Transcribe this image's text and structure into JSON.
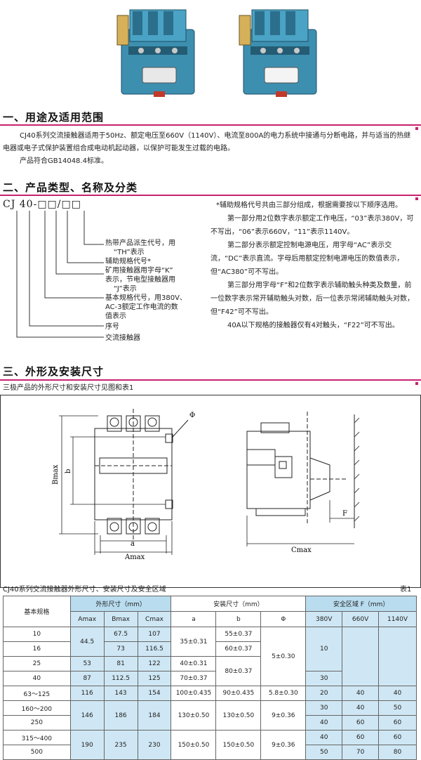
{
  "colors": {
    "accent": "#c8226f",
    "table_blue": "#cfe7f4"
  },
  "s1": {
    "title": "一、用途及适用范围",
    "p1": "CJ40系列交流接触器适用于50Hz、额定电压至660V（1140V）、电流至800A的电力系统中接通与分断电路，并与适当的热继电器或电子式保护装置组合成电动机起动器，以保护可能发生过载的电路。",
    "p2": "产品符合GB14048.4标准。"
  },
  "s2": {
    "title": "二、产品类型、名称及分类",
    "code": "CJ 40-□□/□□",
    "labels": [
      "热带产品派生代号，用",
      "“TH”表示",
      "辅助规格代号*",
      "矿用接触器用字母“K”",
      "表示，节电型接触器用",
      "“J”表示",
      "基本规格代号，用380V、",
      "AC-3额定工作电流的数",
      "值表示",
      "序号",
      "交流接触器"
    ],
    "notes": [
      "*辅助规格代号共由三部分组成，根据需要按以下顺序选用。",
      "第一部分用2位数字表示额定工作电压，“03”表示380V，可不写出，“06”表示660V，“11”表示1140V。",
      "第二部分表示额定控制电源电压，用字母“AC”表示交流，“DC”表示直流。字母后用额定控制电源电压的数值表示，但“AC380”可不写出。",
      "第三部分用字母“F”和2位数字表示辅助触头种类及数量，前一位数字表示常开辅助触头对数，后一位表示常闭辅助触头对数，但“F42”可不写出。",
      "40A以下规格的接触器仅有4对触头，“F22”可不写出。"
    ]
  },
  "s3": {
    "title": "三、外形及安装尺寸",
    "intro": "三极产品的外形尺寸和安装尺寸见图和表1",
    "dims": {
      "phi": "Φ",
      "bmax": "Bmax",
      "b": "b",
      "a": "a",
      "amax": "Amax",
      "cmax": "Cmax",
      "f": "F"
    }
  },
  "table": {
    "caption": "CJ40系列交流接触器外形尺寸、安装尺寸及安全区域",
    "number": "表1",
    "h_spec": "基本规格",
    "h_outline": "外形尺寸（mm）",
    "h_install": "安装尺寸（mm）",
    "h_safety": "安全区域  F（mm）",
    "sub": [
      "Amax",
      "Bmax",
      "Cmax",
      "a",
      "b",
      "Φ",
      "380V",
      "660V",
      "1140V"
    ],
    "rows": [
      [
        "10",
        "44.5",
        "67.5",
        "107",
        "35±0.31",
        "55±0.37",
        "5±0.30",
        "10",
        "",
        ""
      ],
      [
        "16",
        "",
        "73",
        "116.5",
        "",
        "60±0.37",
        "",
        "",
        "",
        ""
      ],
      [
        "25",
        "53",
        "81",
        "122",
        "40±0.31",
        "80±0.37",
        "",
        "",
        "",
        ""
      ],
      [
        "40",
        "87",
        "112.5",
        "125",
        "70±0.37",
        "",
        "",
        "30",
        "",
        ""
      ],
      [
        "63～125",
        "116",
        "143",
        "154",
        "100±0.435",
        "90±0.435",
        "5.8±0.30",
        "20",
        "40",
        "40"
      ],
      [
        "160～200",
        "146",
        "186",
        "184",
        "130±0.50",
        "130±0.50",
        "9±0.36",
        "30",
        "40",
        "50"
      ],
      [
        "250",
        "",
        "",
        "",
        "",
        "",
        "",
        "40",
        "60",
        "60"
      ],
      [
        "315～400",
        "190",
        "235",
        "230",
        "150±0.50",
        "150±0.50",
        "9±0.36",
        "40",
        "60",
        "60"
      ],
      [
        "500",
        "",
        "",
        "",
        "",
        "",
        "",
        "50",
        "70",
        "80"
      ]
    ]
  }
}
